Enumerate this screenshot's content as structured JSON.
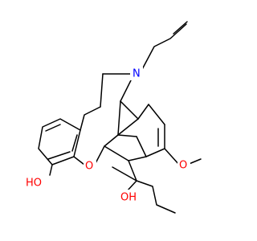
{
  "atoms": {
    "nitrogen": {
      "label": "N",
      "color": "#000000"
    },
    "oxygen_ring": {
      "label": "O",
      "color": "#ff0000"
    },
    "oxygen_methoxy": {
      "label": "O",
      "color": "#ff0000"
    },
    "hydroxyl_phenol": {
      "label": "HO",
      "color": "#ff0000"
    },
    "hydroxyl_tertiary": {
      "label": "OH",
      "color": "#ff0000"
    }
  },
  "colors": {
    "bond": "#000000",
    "nitrogen": "#0000ff",
    "oxygen": "#ff0000",
    "background": "#ffffff"
  }
}
